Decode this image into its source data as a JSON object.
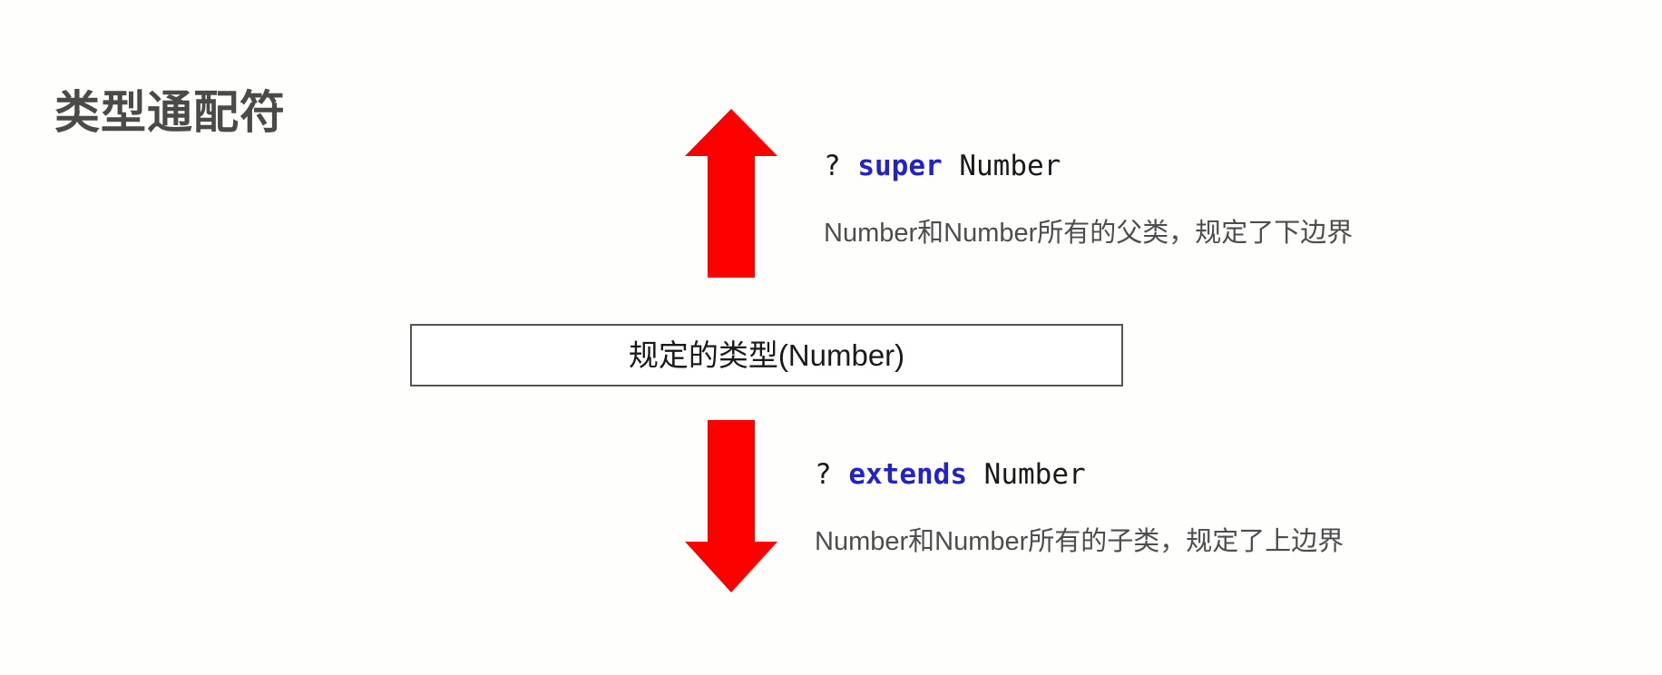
{
  "slide": {
    "title": "类型通配符",
    "background_color": "#fefffd"
  },
  "center_box": {
    "label": "规定的类型(Number)",
    "border_color": "#555555",
    "fill_color": "#ffffff"
  },
  "arrows": [
    {
      "name": "up-arrow",
      "direction": "up",
      "color": "#fc0000",
      "meaning": "super — lower bound, points toward superclasses"
    },
    {
      "name": "down-arrow",
      "direction": "down",
      "color": "#fc0000",
      "meaning": "extends — upper bound, points toward subclasses"
    }
  ],
  "upper_annotation": {
    "code": {
      "wildcard": "?",
      "keyword": "super",
      "type": "Number",
      "keyword_color": "#2222c8",
      "plain_color": "#1a1a1a"
    },
    "caption": "Number和Number所有的父类，规定了下边界"
  },
  "lower_annotation": {
    "code": {
      "wildcard": "?",
      "keyword": "extends",
      "type": "Number",
      "keyword_color": "#2222c8",
      "plain_color": "#1a1a1a"
    },
    "caption": "Number和Number所有的子类，规定了上边界"
  }
}
